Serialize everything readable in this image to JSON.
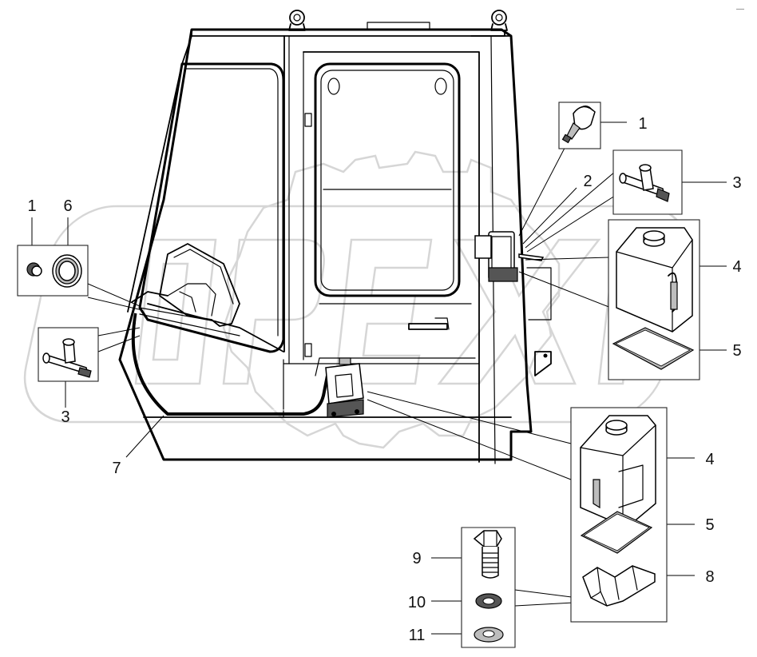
{
  "diagram": {
    "corner_mark": "—",
    "watermark_icon": "watermark-logo",
    "callouts": [
      {
        "id": "c1-top",
        "text": "1"
      },
      {
        "id": "c2",
        "text": "2"
      },
      {
        "id": "c3-right",
        "text": "3"
      },
      {
        "id": "c4-top",
        "text": "4"
      },
      {
        "id": "c5-top",
        "text": "5"
      },
      {
        "id": "c1-left",
        "text": "1"
      },
      {
        "id": "c6",
        "text": "6"
      },
      {
        "id": "c3-left",
        "text": "3"
      },
      {
        "id": "c7",
        "text": "7"
      },
      {
        "id": "c4-bot",
        "text": "4"
      },
      {
        "id": "c5-bot",
        "text": "5"
      },
      {
        "id": "c8",
        "text": "8"
      },
      {
        "id": "c9",
        "text": "9"
      },
      {
        "id": "c10",
        "text": "10"
      },
      {
        "id": "c11",
        "text": "11"
      }
    ],
    "parts": [
      {
        "name": "nozzle-icon"
      },
      {
        "name": "tee-connector-icon"
      },
      {
        "name": "washer-tank-icon"
      },
      {
        "name": "rubber-pad-icon"
      },
      {
        "name": "mounting-bracket-icon"
      },
      {
        "name": "bolt-icon"
      },
      {
        "name": "spring-washer-icon"
      },
      {
        "name": "flat-washer-icon"
      },
      {
        "name": "grommet-icon"
      },
      {
        "name": "hose-icon"
      }
    ]
  }
}
